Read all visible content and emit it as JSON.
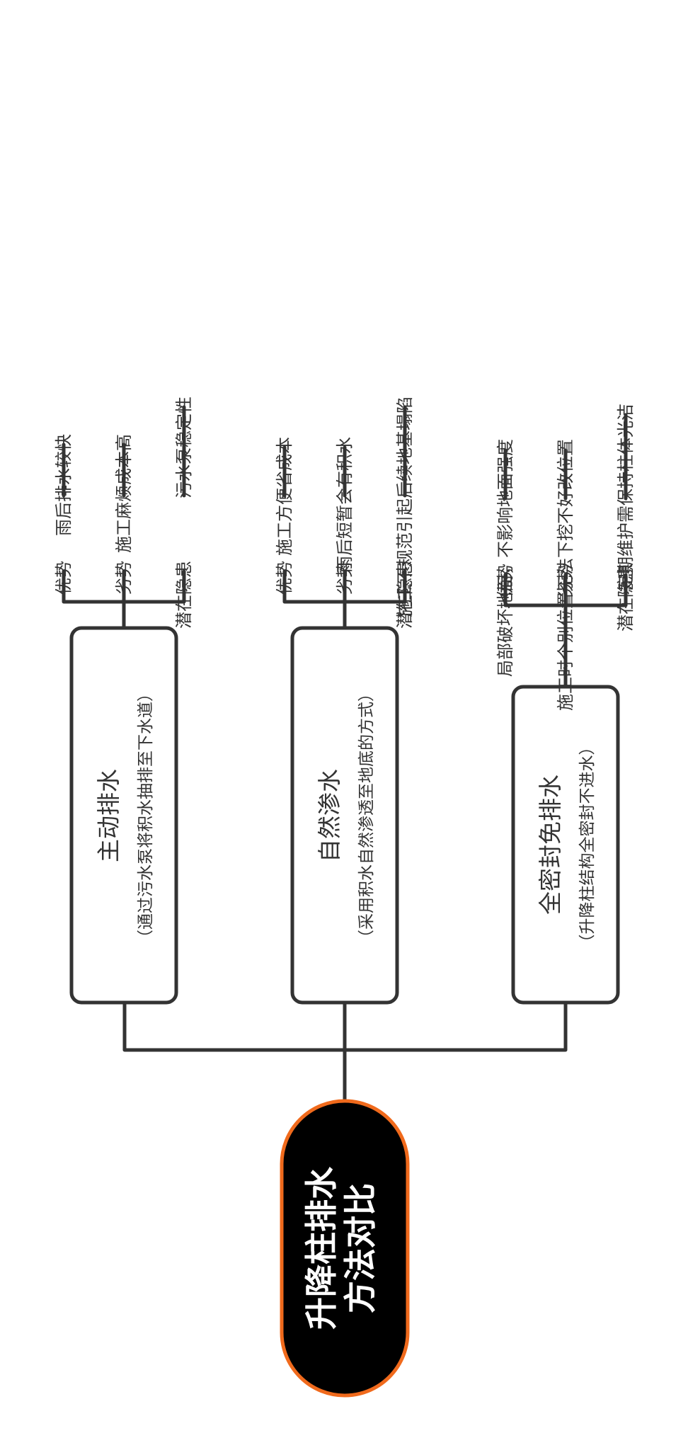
{
  "root": {
    "line1": "升降柱排水",
    "line2": "方法对比"
  },
  "methods": [
    {
      "title": "主动排水",
      "subtitle": "（通过污水泵将积水抽排至下水道）",
      "rows": [
        {
          "label": "优势",
          "detail": "雨后排水较快"
        },
        {
          "label": "劣势",
          "detail": "施工麻烦成本高"
        },
        {
          "label": "潜在隐患",
          "detail": "污水泵稳定性"
        }
      ]
    },
    {
      "title": "自然渗水",
      "subtitle": "（采用积水自然渗透至地底的方式）",
      "rows": [
        {
          "label": "优势",
          "detail": "施工方便省成本"
        },
        {
          "label": "劣势",
          "detail": "雨后短暂会有积水"
        },
        {
          "label": "潜在隐患",
          "detail": "施工不规范引起后续地基塌陷"
        }
      ]
    },
    {
      "title": "全密封免排水",
      "subtitle": "（升降柱结构全密封不进水）",
      "rows": [
        {
          "label": "优势",
          "detail": "局部破坏地面，不影响地面强度"
        },
        {
          "label": "劣势",
          "detail": "施工时个别位置无法下挖不好改位置"
        },
        {
          "label": "潜在隐患",
          "detail": "定期维护需保持柱体光洁"
        }
      ]
    }
  ]
}
